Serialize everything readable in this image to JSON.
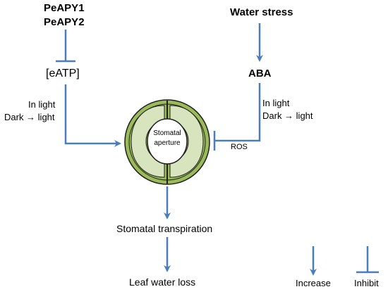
{
  "colors": {
    "arrow": "#4a7ebb",
    "cell_outer": "#9bbb59",
    "cell_ring_dark": "#76923c",
    "guard_fill": "#d7e4bd",
    "outline": "#1f1f1f",
    "text": "#000000"
  },
  "labels": {
    "peapy1": "PeAPY1",
    "peapy2": "PeAPY2",
    "eatp": "[eATP]",
    "water_stress": "Water stress",
    "aba": "ABA",
    "left_in_light": "In light",
    "left_dark_light": "Dark → light",
    "right_in_light": "In light",
    "right_dark_light": "Dark → light",
    "ros": "ROS",
    "stomatal": "Stomatal",
    "aperture": "aperture",
    "transpiration": "Stomatal transpiration",
    "leaf_water_loss": "Leaf water loss"
  },
  "legend": {
    "increase": "Increase",
    "inhibit": "Inhibit"
  }
}
